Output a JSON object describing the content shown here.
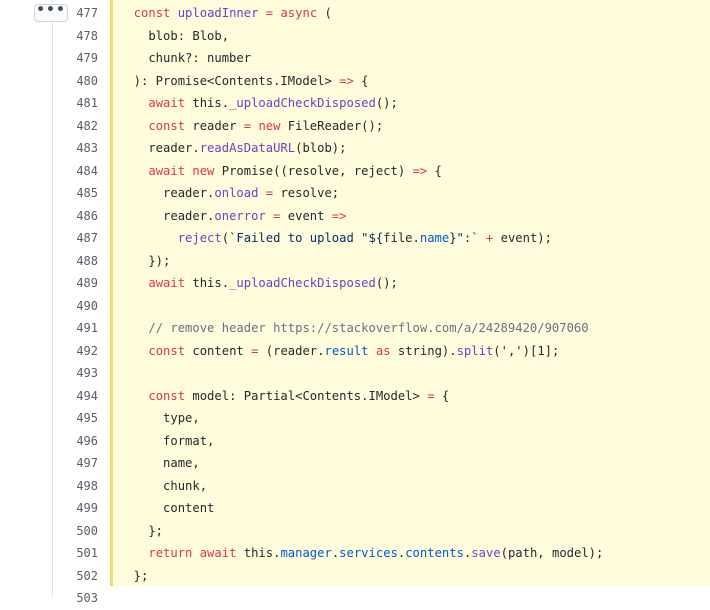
{
  "expand": {
    "label": "•••"
  },
  "lines": [
    {
      "n": "477",
      "tokens": [
        [
          "",
          "  "
        ],
        [
          "kw",
          "const "
        ],
        [
          "fn",
          "uploadInner"
        ],
        [
          "",
          " "
        ],
        [
          "kw",
          "="
        ],
        [
          "",
          " "
        ],
        [
          "kw",
          "async"
        ],
        [
          "",
          " ("
        ]
      ]
    },
    {
      "n": "478",
      "tokens": [
        [
          "",
          "    blob: Blob,"
        ]
      ]
    },
    {
      "n": "479",
      "tokens": [
        [
          "",
          "    chunk?: number"
        ]
      ]
    },
    {
      "n": "480",
      "tokens": [
        [
          "",
          "  ): Promise<Contents.IModel> "
        ],
        [
          "kw",
          "=>"
        ],
        [
          "",
          " {"
        ]
      ]
    },
    {
      "n": "481",
      "tokens": [
        [
          "",
          "    "
        ],
        [
          "kw",
          "await"
        ],
        [
          "",
          " this."
        ],
        [
          "fn",
          "_uploadCheckDisposed"
        ],
        [
          "",
          "();"
        ]
      ]
    },
    {
      "n": "482",
      "tokens": [
        [
          "",
          "    "
        ],
        [
          "kw",
          "const"
        ],
        [
          "",
          " reader "
        ],
        [
          "kw",
          "="
        ],
        [
          "",
          " "
        ],
        [
          "kw",
          "new"
        ],
        [
          "",
          " FileReader();"
        ]
      ]
    },
    {
      "n": "483",
      "tokens": [
        [
          "",
          "    reader."
        ],
        [
          "fn",
          "readAsDataURL"
        ],
        [
          "",
          "(blob);"
        ]
      ]
    },
    {
      "n": "484",
      "tokens": [
        [
          "",
          "    "
        ],
        [
          "kw",
          "await new"
        ],
        [
          "",
          " Promise((resolve, reject) "
        ],
        [
          "kw",
          "=>"
        ],
        [
          "",
          " {"
        ]
      ]
    },
    {
      "n": "485",
      "tokens": [
        [
          "",
          "      reader."
        ],
        [
          "fn",
          "onload"
        ],
        [
          "",
          " "
        ],
        [
          "kw",
          "="
        ],
        [
          "",
          " resolve;"
        ]
      ]
    },
    {
      "n": "486",
      "tokens": [
        [
          "",
          "      reader."
        ],
        [
          "fn",
          "onerror"
        ],
        [
          "",
          " "
        ],
        [
          "kw",
          "="
        ],
        [
          "",
          " event "
        ],
        [
          "kw",
          "=>"
        ]
      ]
    },
    {
      "n": "487",
      "tokens": [
        [
          "",
          "        "
        ],
        [
          "fn",
          "reject"
        ],
        [
          "",
          "("
        ],
        [
          "st",
          "`Failed to upload \"${"
        ],
        [
          "",
          "file."
        ],
        [
          "pr",
          "name"
        ],
        [
          "st",
          "}\":`"
        ],
        [
          "",
          " "
        ],
        [
          "kw",
          "+"
        ],
        [
          "",
          " event);"
        ]
      ]
    },
    {
      "n": "488",
      "tokens": [
        [
          "",
          "    });"
        ]
      ]
    },
    {
      "n": "489",
      "tokens": [
        [
          "",
          "    "
        ],
        [
          "kw",
          "await"
        ],
        [
          "",
          " this."
        ],
        [
          "fn",
          "_uploadCheckDisposed"
        ],
        [
          "",
          "();"
        ]
      ]
    },
    {
      "n": "490",
      "tokens": [
        [
          "",
          ""
        ]
      ]
    },
    {
      "n": "491",
      "tokens": [
        [
          "",
          "    "
        ],
        [
          "cm",
          "// remove header https://stackoverflow.com/a/24289420/907060"
        ]
      ]
    },
    {
      "n": "492",
      "tokens": [
        [
          "",
          "    "
        ],
        [
          "kw",
          "const"
        ],
        [
          "",
          " content "
        ],
        [
          "kw",
          "="
        ],
        [
          "",
          " (reader."
        ],
        [
          "pr",
          "result"
        ],
        [
          "",
          " "
        ],
        [
          "kw",
          "as"
        ],
        [
          "",
          " string)."
        ],
        [
          "fn",
          "split"
        ],
        [
          "",
          "(','"
        ],
        [
          "",
          ")[1];"
        ]
      ]
    },
    {
      "n": "493",
      "tokens": [
        [
          "",
          ""
        ]
      ]
    },
    {
      "n": "494",
      "tokens": [
        [
          "",
          "    "
        ],
        [
          "kw",
          "const"
        ],
        [
          "",
          " model: Partial<Contents.IModel> "
        ],
        [
          "kw",
          "="
        ],
        [
          "",
          " {"
        ]
      ]
    },
    {
      "n": "495",
      "tokens": [
        [
          "",
          "      type,"
        ]
      ]
    },
    {
      "n": "496",
      "tokens": [
        [
          "",
          "      format,"
        ]
      ]
    },
    {
      "n": "497",
      "tokens": [
        [
          "",
          "      name,"
        ]
      ]
    },
    {
      "n": "498",
      "tokens": [
        [
          "",
          "      chunk,"
        ]
      ]
    },
    {
      "n": "499",
      "tokens": [
        [
          "",
          "      content"
        ]
      ]
    },
    {
      "n": "500",
      "tokens": [
        [
          "",
          "    };"
        ]
      ]
    },
    {
      "n": "501",
      "tokens": [
        [
          "",
          "    "
        ],
        [
          "kw",
          "return await"
        ],
        [
          "",
          " this."
        ],
        [
          "pr",
          "manager"
        ],
        [
          "",
          "."
        ],
        [
          "pr",
          "services"
        ],
        [
          "",
          "."
        ],
        [
          "pr",
          "contents"
        ],
        [
          "",
          "."
        ],
        [
          "fn",
          "save"
        ],
        [
          "",
          "(path, model);"
        ]
      ]
    },
    {
      "n": "502",
      "tokens": [
        [
          "",
          "  };"
        ]
      ]
    },
    {
      "n": "503",
      "tokens": []
    }
  ]
}
